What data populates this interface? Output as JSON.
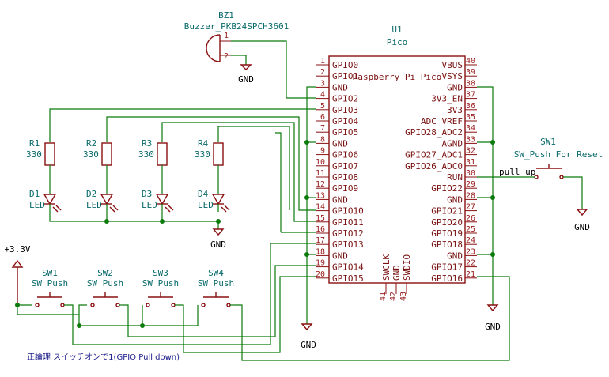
{
  "buzzer": {
    "ref": "BZ1",
    "value": "Buzzer_PKB24SPCH3601",
    "pin1": "1",
    "pin2": "2",
    "gnd": "GND"
  },
  "pico": {
    "ref": "U1",
    "value": "Pico",
    "title": "Raspberry Pi Pico",
    "left_pins": [
      {
        "num": "1",
        "name": "GPIO0"
      },
      {
        "num": "2",
        "name": "GPIO1"
      },
      {
        "num": "3",
        "name": "GND"
      },
      {
        "num": "4",
        "name": "GPIO2"
      },
      {
        "num": "5",
        "name": "GPIO3"
      },
      {
        "num": "6",
        "name": "GPIO4"
      },
      {
        "num": "7",
        "name": "GPIO5"
      },
      {
        "num": "8",
        "name": "GND"
      },
      {
        "num": "9",
        "name": "GPIO6"
      },
      {
        "num": "10",
        "name": "GPIO7"
      },
      {
        "num": "11",
        "name": "GPIO8"
      },
      {
        "num": "12",
        "name": "GPIO9"
      },
      {
        "num": "13",
        "name": "GND"
      },
      {
        "num": "14",
        "name": "GPIO10"
      },
      {
        "num": "15",
        "name": "GPIO11"
      },
      {
        "num": "16",
        "name": "GPIO12"
      },
      {
        "num": "17",
        "name": "GPIO13"
      },
      {
        "num": "18",
        "name": "GND"
      },
      {
        "num": "19",
        "name": "GPIO14"
      },
      {
        "num": "20",
        "name": "GPIO15"
      }
    ],
    "right_pins": [
      {
        "num": "40",
        "name": "VBUS"
      },
      {
        "num": "39",
        "name": "VSYS"
      },
      {
        "num": "38",
        "name": "GND"
      },
      {
        "num": "37",
        "name": "3V3_EN"
      },
      {
        "num": "36",
        "name": "3V3"
      },
      {
        "num": "35",
        "name": "ADC_VREF"
      },
      {
        "num": "34",
        "name": "GPIO28_ADC2"
      },
      {
        "num": "33",
        "name": "AGND"
      },
      {
        "num": "32",
        "name": "GPIO27_ADC1"
      },
      {
        "num": "31",
        "name": "GPIO26_ADC0"
      },
      {
        "num": "30",
        "name": "RUN"
      },
      {
        "num": "29",
        "name": "GPIO22"
      },
      {
        "num": "28",
        "name": "GND"
      },
      {
        "num": "27",
        "name": "GPIO21"
      },
      {
        "num": "26",
        "name": "GPIO20"
      },
      {
        "num": "25",
        "name": "GPIO19"
      },
      {
        "num": "24",
        "name": "GPIO18"
      },
      {
        "num": "23",
        "name": "GND"
      },
      {
        "num": "22",
        "name": "GPIO17"
      },
      {
        "num": "21",
        "name": "GPIO16"
      }
    ],
    "bottom_pins": [
      {
        "num": "41",
        "name": "SWCLK"
      },
      {
        "num": "42",
        "name": "GND"
      },
      {
        "num": "43",
        "name": "SWDIO"
      }
    ]
  },
  "resistors": [
    {
      "ref": "R1",
      "value": "330"
    },
    {
      "ref": "R2",
      "value": "330"
    },
    {
      "ref": "R3",
      "value": "330"
    },
    {
      "ref": "R4",
      "value": "330"
    }
  ],
  "leds": [
    {
      "ref": "D1",
      "value": "LED"
    },
    {
      "ref": "D2",
      "value": "LED"
    },
    {
      "ref": "D3",
      "value": "LED"
    },
    {
      "ref": "D4",
      "value": "LED"
    }
  ],
  "switches": [
    {
      "ref": "SW1",
      "value": "SW_Push"
    },
    {
      "ref": "SW2",
      "value": "SW_Push"
    },
    {
      "ref": "SW3",
      "value": "SW_Push"
    },
    {
      "ref": "SW4",
      "value": "SW_Push"
    }
  ],
  "reset_switch": {
    "ref": "SW1",
    "value": "SW_Push For Reset",
    "net_label": "pull up"
  },
  "power": {
    "v33": "+3.3V",
    "gnd_led": "GND",
    "gnd_pico_left": "GND",
    "gnd_pico_right": "GND",
    "gnd_reset": "GND"
  },
  "note": "正論理 スイッチオンで1(GPIO Pull down)",
  "colors": {
    "wire": "#0a7a0a",
    "part": "#8a1010",
    "ref": "#0a6a6a",
    "pin_label": "#7a1212",
    "note": "#1a1a8a"
  }
}
